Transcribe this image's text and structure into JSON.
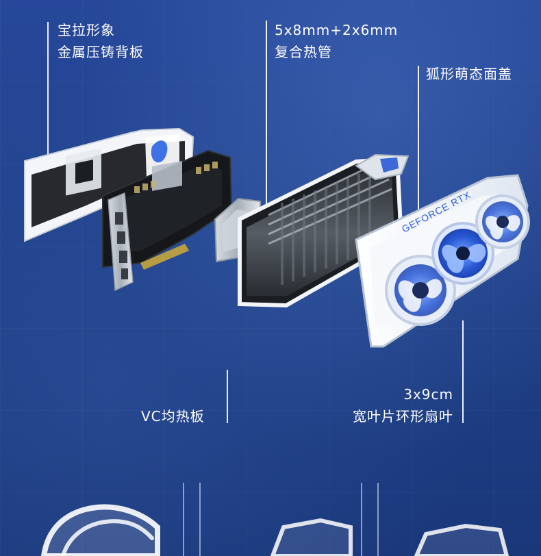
{
  "callouts": {
    "backplate": {
      "line1": "宝拉形象",
      "line2": "金属压铸背板"
    },
    "heatpipe": {
      "line1": "5x8mm+2x6mm",
      "line2": "复合热管"
    },
    "cover": {
      "line1": "狐形萌态面盖"
    },
    "vc": {
      "line1": "VC均热板"
    },
    "fan": {
      "line1": "3x9cm",
      "line2": "宽叶片环形扇叶"
    }
  },
  "shroud_text": "GEFORCE RTX",
  "colors": {
    "background": "#1f3f86",
    "accent_blue": "#2a5bd6",
    "white": "#ffffff",
    "metal": "#9aa2ad",
    "pcb": "#1b1d21"
  }
}
